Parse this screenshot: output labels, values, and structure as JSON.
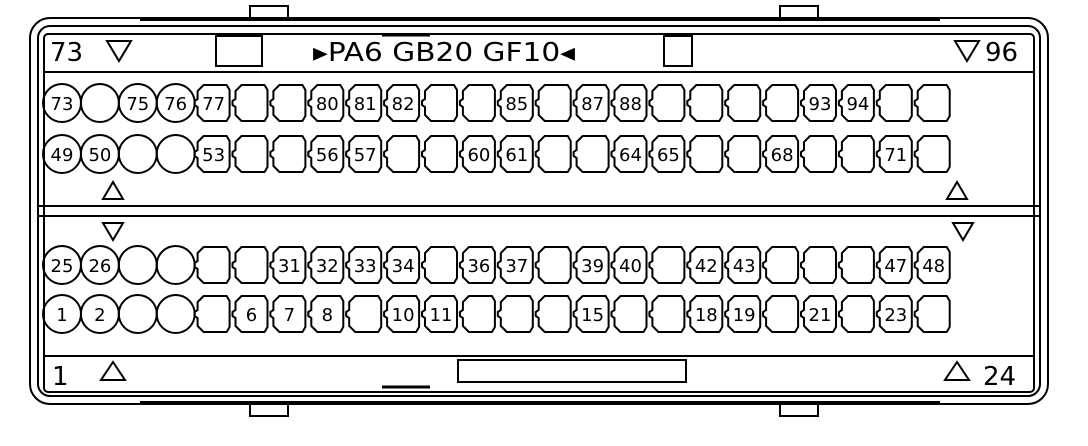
{
  "header": {
    "left_number": "73",
    "material": "▸PA6  GB20  GF10◂",
    "right_number": "96"
  },
  "footer": {
    "left_number": "1",
    "right_number": "24"
  },
  "rows": [
    {
      "name": "row-73-96",
      "start": 73,
      "labels": [
        "73",
        "",
        "75",
        "76",
        "77",
        "",
        "",
        "80",
        "81",
        "82",
        "",
        "",
        "85",
        "",
        "87",
        "88",
        "",
        "",
        "",
        "",
        "93",
        "94",
        "",
        ""
      ]
    },
    {
      "name": "row-49-72",
      "start": 49,
      "labels": [
        "49",
        "50",
        "",
        "",
        "53",
        "",
        "",
        "56",
        "57",
        "",
        "",
        "60",
        "61",
        "",
        "",
        "64",
        "65",
        "",
        "",
        "68",
        "",
        "",
        "71",
        ""
      ]
    },
    {
      "name": "row-25-48",
      "start": 25,
      "labels": [
        "25",
        "26",
        "",
        "",
        "",
        "",
        "31",
        "32",
        "33",
        "34",
        "",
        "36",
        "37",
        "",
        "39",
        "40",
        "",
        "42",
        "43",
        "",
        "",
        "",
        "47",
        "48"
      ]
    },
    {
      "name": "row-1-24",
      "start": 1,
      "labels": [
        "1",
        "2",
        "",
        "",
        "",
        "6",
        "7",
        "8",
        "",
        "10",
        "11",
        "",
        "",
        "",
        "15",
        "",
        "",
        "18",
        "19",
        "",
        "21",
        "",
        "23",
        ""
      ]
    }
  ],
  "colors": {
    "stroke": "#000000",
    "background": "#ffffff"
  }
}
